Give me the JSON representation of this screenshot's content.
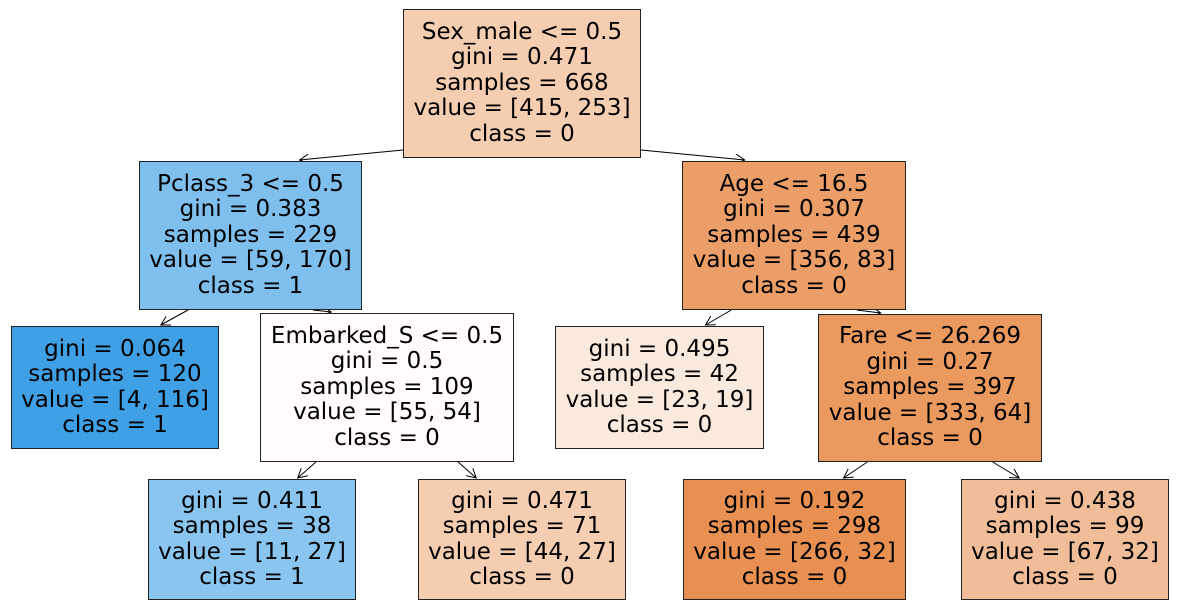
{
  "nodes": {
    "n0": {
      "lines": [
        "Sex_male <= 0.5",
        "gini = 0.471",
        "samples = 668",
        "value = [415, 253]",
        "class = 0"
      ],
      "fill": "#f5cdb0"
    },
    "n1": {
      "lines": [
        "Pclass_3 <= 0.5",
        "gini = 0.383",
        "samples = 229",
        "value = [59, 170]",
        "class = 1"
      ],
      "fill": "#7ebfee"
    },
    "n2": {
      "lines": [
        "gini = 0.064",
        "samples = 120",
        "value = [4, 116]",
        "class = 1"
      ],
      "fill": "#40a0e6"
    },
    "n3": {
      "lines": [
        "Embarked_S <= 0.5",
        "gini = 0.5",
        "samples = 109",
        "value = [55, 54]",
        "class = 0"
      ],
      "fill": "#fffcfb"
    },
    "n4": {
      "lines": [
        "gini = 0.411",
        "samples = 38",
        "value = [11, 27]",
        "class = 1"
      ],
      "fill": "#8ac5f0"
    },
    "n5": {
      "lines": [
        "gini = 0.471",
        "samples = 71",
        "value = [44, 27]",
        "class = 0"
      ],
      "fill": "#f5ceb2"
    },
    "n6": {
      "lines": [
        "Age <= 16.5",
        "gini = 0.307",
        "samples = 439",
        "value = [356, 83]",
        "class = 0"
      ],
      "fill": "#eb9e67"
    },
    "n7": {
      "lines": [
        "gini = 0.495",
        "samples = 42",
        "value = [23, 19]",
        "class = 0"
      ],
      "fill": "#fae9dd"
    },
    "n8": {
      "lines": [
        "Fare <= 26.269",
        "gini = 0.27",
        "samples = 397",
        "value = [333, 64]",
        "class = 0"
      ],
      "fill": "#ea995f"
    },
    "n9": {
      "lines": [
        "gini = 0.192",
        "samples = 298",
        "value = [266, 32]",
        "class = 0"
      ],
      "fill": "#e89051"
    },
    "n10": {
      "lines": [
        "gini = 0.438",
        "samples = 99",
        "value = [67, 32]",
        "class = 0"
      ],
      "fill": "#f1bd98"
    }
  },
  "edges": [
    [
      "n0",
      "n1"
    ],
    [
      "n0",
      "n6"
    ],
    [
      "n1",
      "n2"
    ],
    [
      "n1",
      "n3"
    ],
    [
      "n3",
      "n4"
    ],
    [
      "n3",
      "n5"
    ],
    [
      "n6",
      "n7"
    ],
    [
      "n6",
      "n8"
    ],
    [
      "n8",
      "n9"
    ],
    [
      "n8",
      "n10"
    ]
  ]
}
